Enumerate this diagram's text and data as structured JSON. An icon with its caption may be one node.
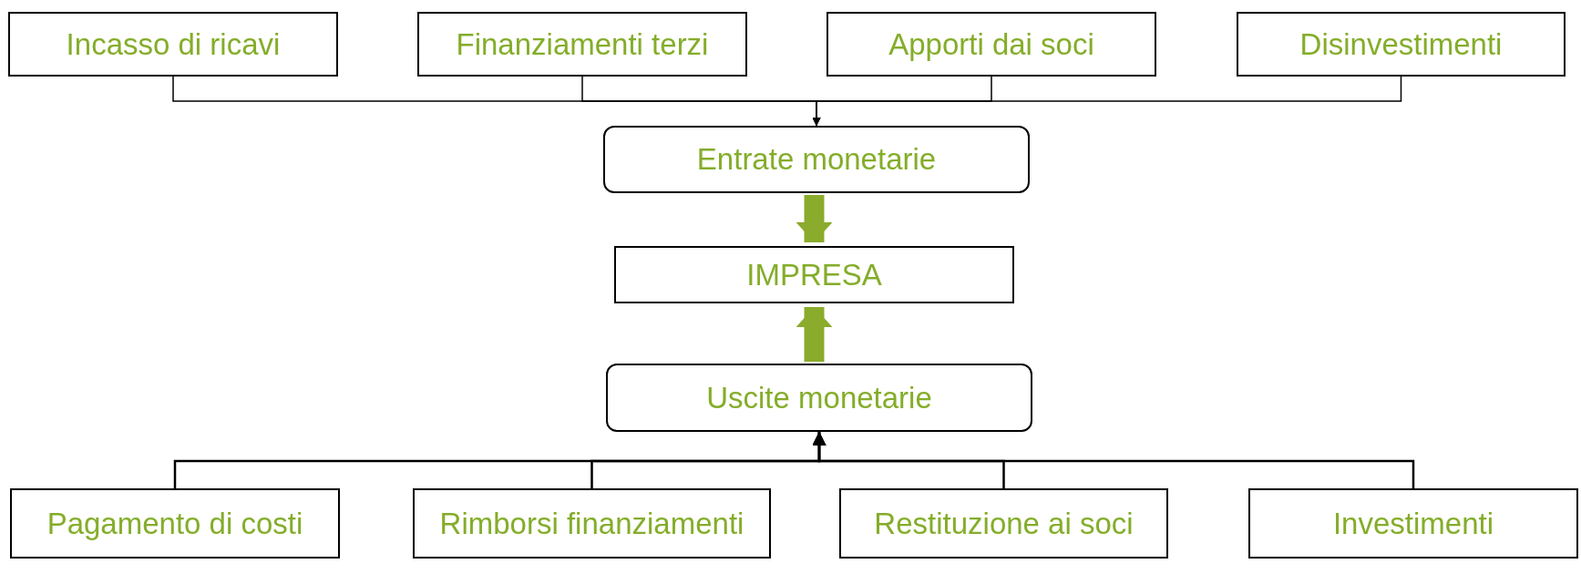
{
  "diagram": {
    "nodes": [
      {
        "text": [
          "Incasso di ricavi"
        ]
      },
      {
        "text": [
          "Finanziamenti terzi"
        ]
      },
      {
        "text": [
          "Apporti dai soci"
        ]
      },
      {
        "text": [
          "Disinvestimenti"
        ]
      },
      {
        "text": [
          "Entrate monetarie"
        ]
      },
      {
        "text": [
          "IMPRESA"
        ]
      },
      {
        "text": [
          "Uscite monetarie"
        ]
      },
      {
        "text": [
          "Pagamento di costi"
        ]
      },
      {
        "text": [
          "Rimborsi finanziamenti"
        ]
      },
      {
        "text": [
          "Restituzione ai soci"
        ]
      },
      {
        "text": [
          "Investimenti"
        ]
      }
    ],
    "edges": [
      {
        "from": 0,
        "to": 4,
        "arrow": "to"
      },
      {
        "from": 1,
        "to": 4,
        "arrow": "to"
      },
      {
        "from": 2,
        "to": 4,
        "arrow": "to"
      },
      {
        "from": 3,
        "to": 4,
        "arrow": "to"
      },
      {
        "from": 4,
        "to": 5,
        "arrow": "to",
        "style": "thick",
        "color": "#8aab2c"
      },
      {
        "from": 6,
        "to": 5,
        "arrow": "to",
        "style": "thick",
        "color": "#8aab2c"
      },
      {
        "from": 7,
        "to": 6,
        "arrow": "to"
      },
      {
        "from": 8,
        "to": 6,
        "arrow": "to"
      },
      {
        "from": 9,
        "to": 6,
        "arrow": "to"
      },
      {
        "from": 10,
        "to": 6,
        "arrow": "to"
      }
    ]
  }
}
